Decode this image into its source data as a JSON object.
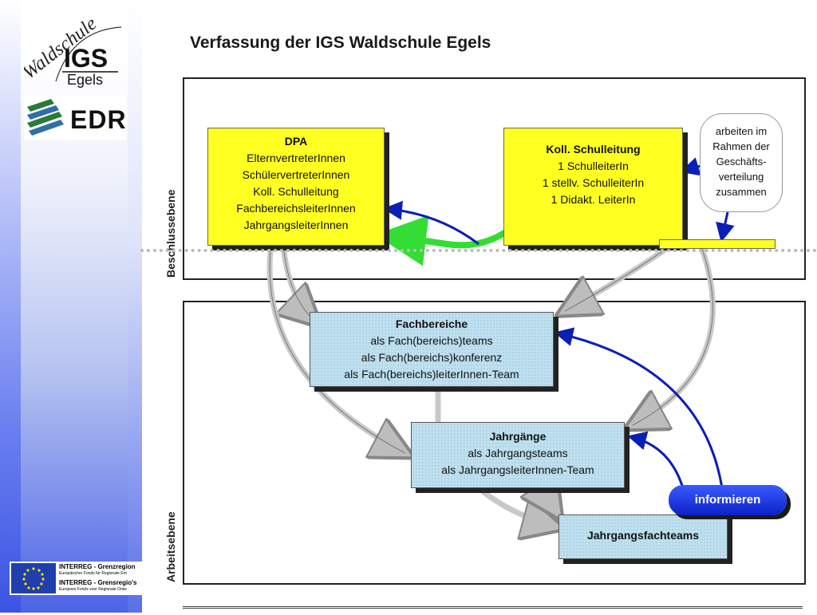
{
  "sidebar": {
    "logo_script": "Waldschule",
    "logo_main": "IGS",
    "logo_sub": "Egels",
    "edr_text": "EDR",
    "interreg_line1": "INTERREG - Grenzregion",
    "interreg_sub1": "Europäischer Fonds für Regionale Ent",
    "interreg_line2": "INTERREG - Grensregio's",
    "interreg_sub2": "Europees Fonds voor Regionale Ontw"
  },
  "title": "Verfassung der IGS Waldschule Egels",
  "labels": {
    "top_level": "Beschlussebene",
    "bottom_level": "Arbeitsebene"
  },
  "dpa": {
    "head": "DPA",
    "lines": [
      "ElternvertreterInnen",
      "SchülervertreterInnen",
      "Koll. Schulleitung",
      "FachbereichsleiterInnen",
      "JahrgangsleiterInnen"
    ]
  },
  "schulleitung": {
    "head": "Koll. Schulleitung",
    "lines": [
      "1 SchulleiterIn",
      "1 stellv. SchulleiterIn",
      "1 Didakt. LeiterIn"
    ]
  },
  "cloud_note": {
    "lines": [
      "arbeiten im",
      "Rahmen der",
      "Geschäfts-",
      "verteilung",
      "zusammen"
    ]
  },
  "fachbereiche": {
    "head": "Fachbereiche",
    "lines": [
      "als Fach(bereichs)teams",
      "als Fach(bereichs)konferenz",
      "als Fach(bereichs)leiterInnen-Team"
    ]
  },
  "jahrgaenge": {
    "head": "Jahrgänge",
    "lines": [
      "als Jahrgangsteams",
      "als JahrgangsleiterInnen-Team"
    ]
  },
  "jahrgangsfachteams": {
    "head": "Jahrgangsfachteams"
  },
  "informieren": "informieren",
  "colors": {
    "yellow_box": "#ffff22",
    "blue_box": "#bfe0ef",
    "arrow_blue": "#0a1fb5",
    "arrow_green": "#33dd33",
    "arrow_gray": "#c8c8c8",
    "pill": "#1c35e0"
  }
}
